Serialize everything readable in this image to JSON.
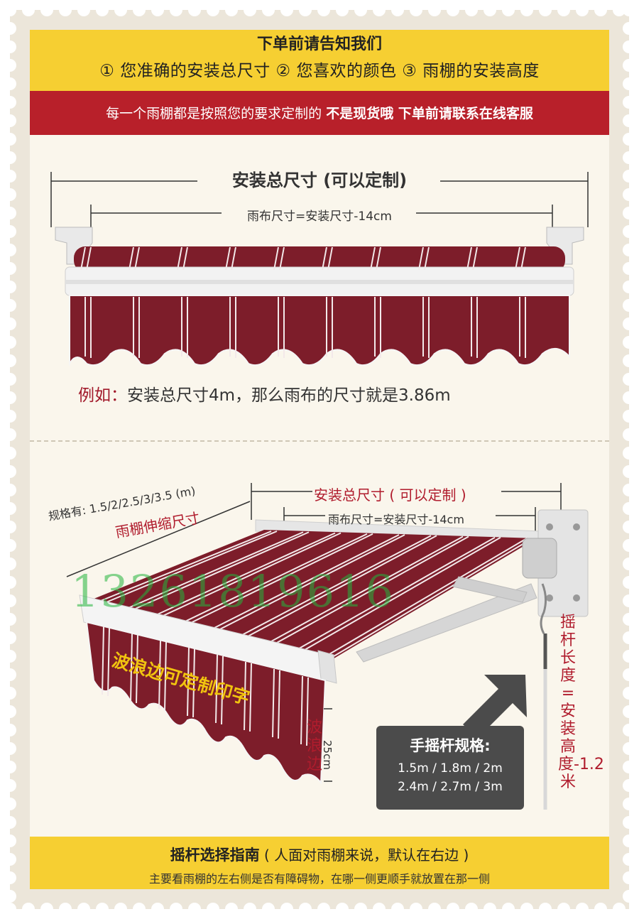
{
  "header": {
    "title": "下单前请告知我们",
    "items": "① 您准确的安装总尺寸 ② 您喜欢的颜色 ③ 雨棚的安装高度"
  },
  "notice": {
    "normal": "每一个雨棚都是按照您的要求定制的",
    "bold": "不是现货哦 下单前请联系在线客服"
  },
  "top_diagram": {
    "total_size": "安装总尺寸 (可以定制)",
    "fabric_size": "雨布尺寸=安装尺寸-14cm",
    "example_label": "例如：",
    "example_text": "安装总尺寸4m，那么雨布的尺寸就是3.86m"
  },
  "bottom_diagram": {
    "total_size": "安装总尺寸 ( 可以定制 )",
    "fabric_size": "雨布尺寸=安装尺寸-14cm",
    "spec_sizes": "规格有: 1.5/2/2.5/3/3.5 (m)",
    "extend_size": "雨棚伸缩尺寸",
    "wave_custom": "波浪边可定制印字",
    "wave_edge": "波浪边",
    "wave_height": "25cm",
    "crank_length": "摇杆长度=安装高度-1.2米",
    "phone": "13261819616"
  },
  "crank_spec": {
    "title": "手摇杆规格:",
    "line1": "1.5m / 1.8m / 2m",
    "line2": "2.4m / 2.7m / 3m"
  },
  "guide": {
    "title": "摇杆选择指南",
    "note": "( 人面对雨棚来说，默认在右边 )",
    "sub": "主要看雨棚的左右侧是否有障碍物，在哪一侧更顺手就放置在那一侧"
  },
  "colors": {
    "awning": "#7d1d2a",
    "accent_red": "#b8202a",
    "banner_yellow": "#f6cf32"
  }
}
